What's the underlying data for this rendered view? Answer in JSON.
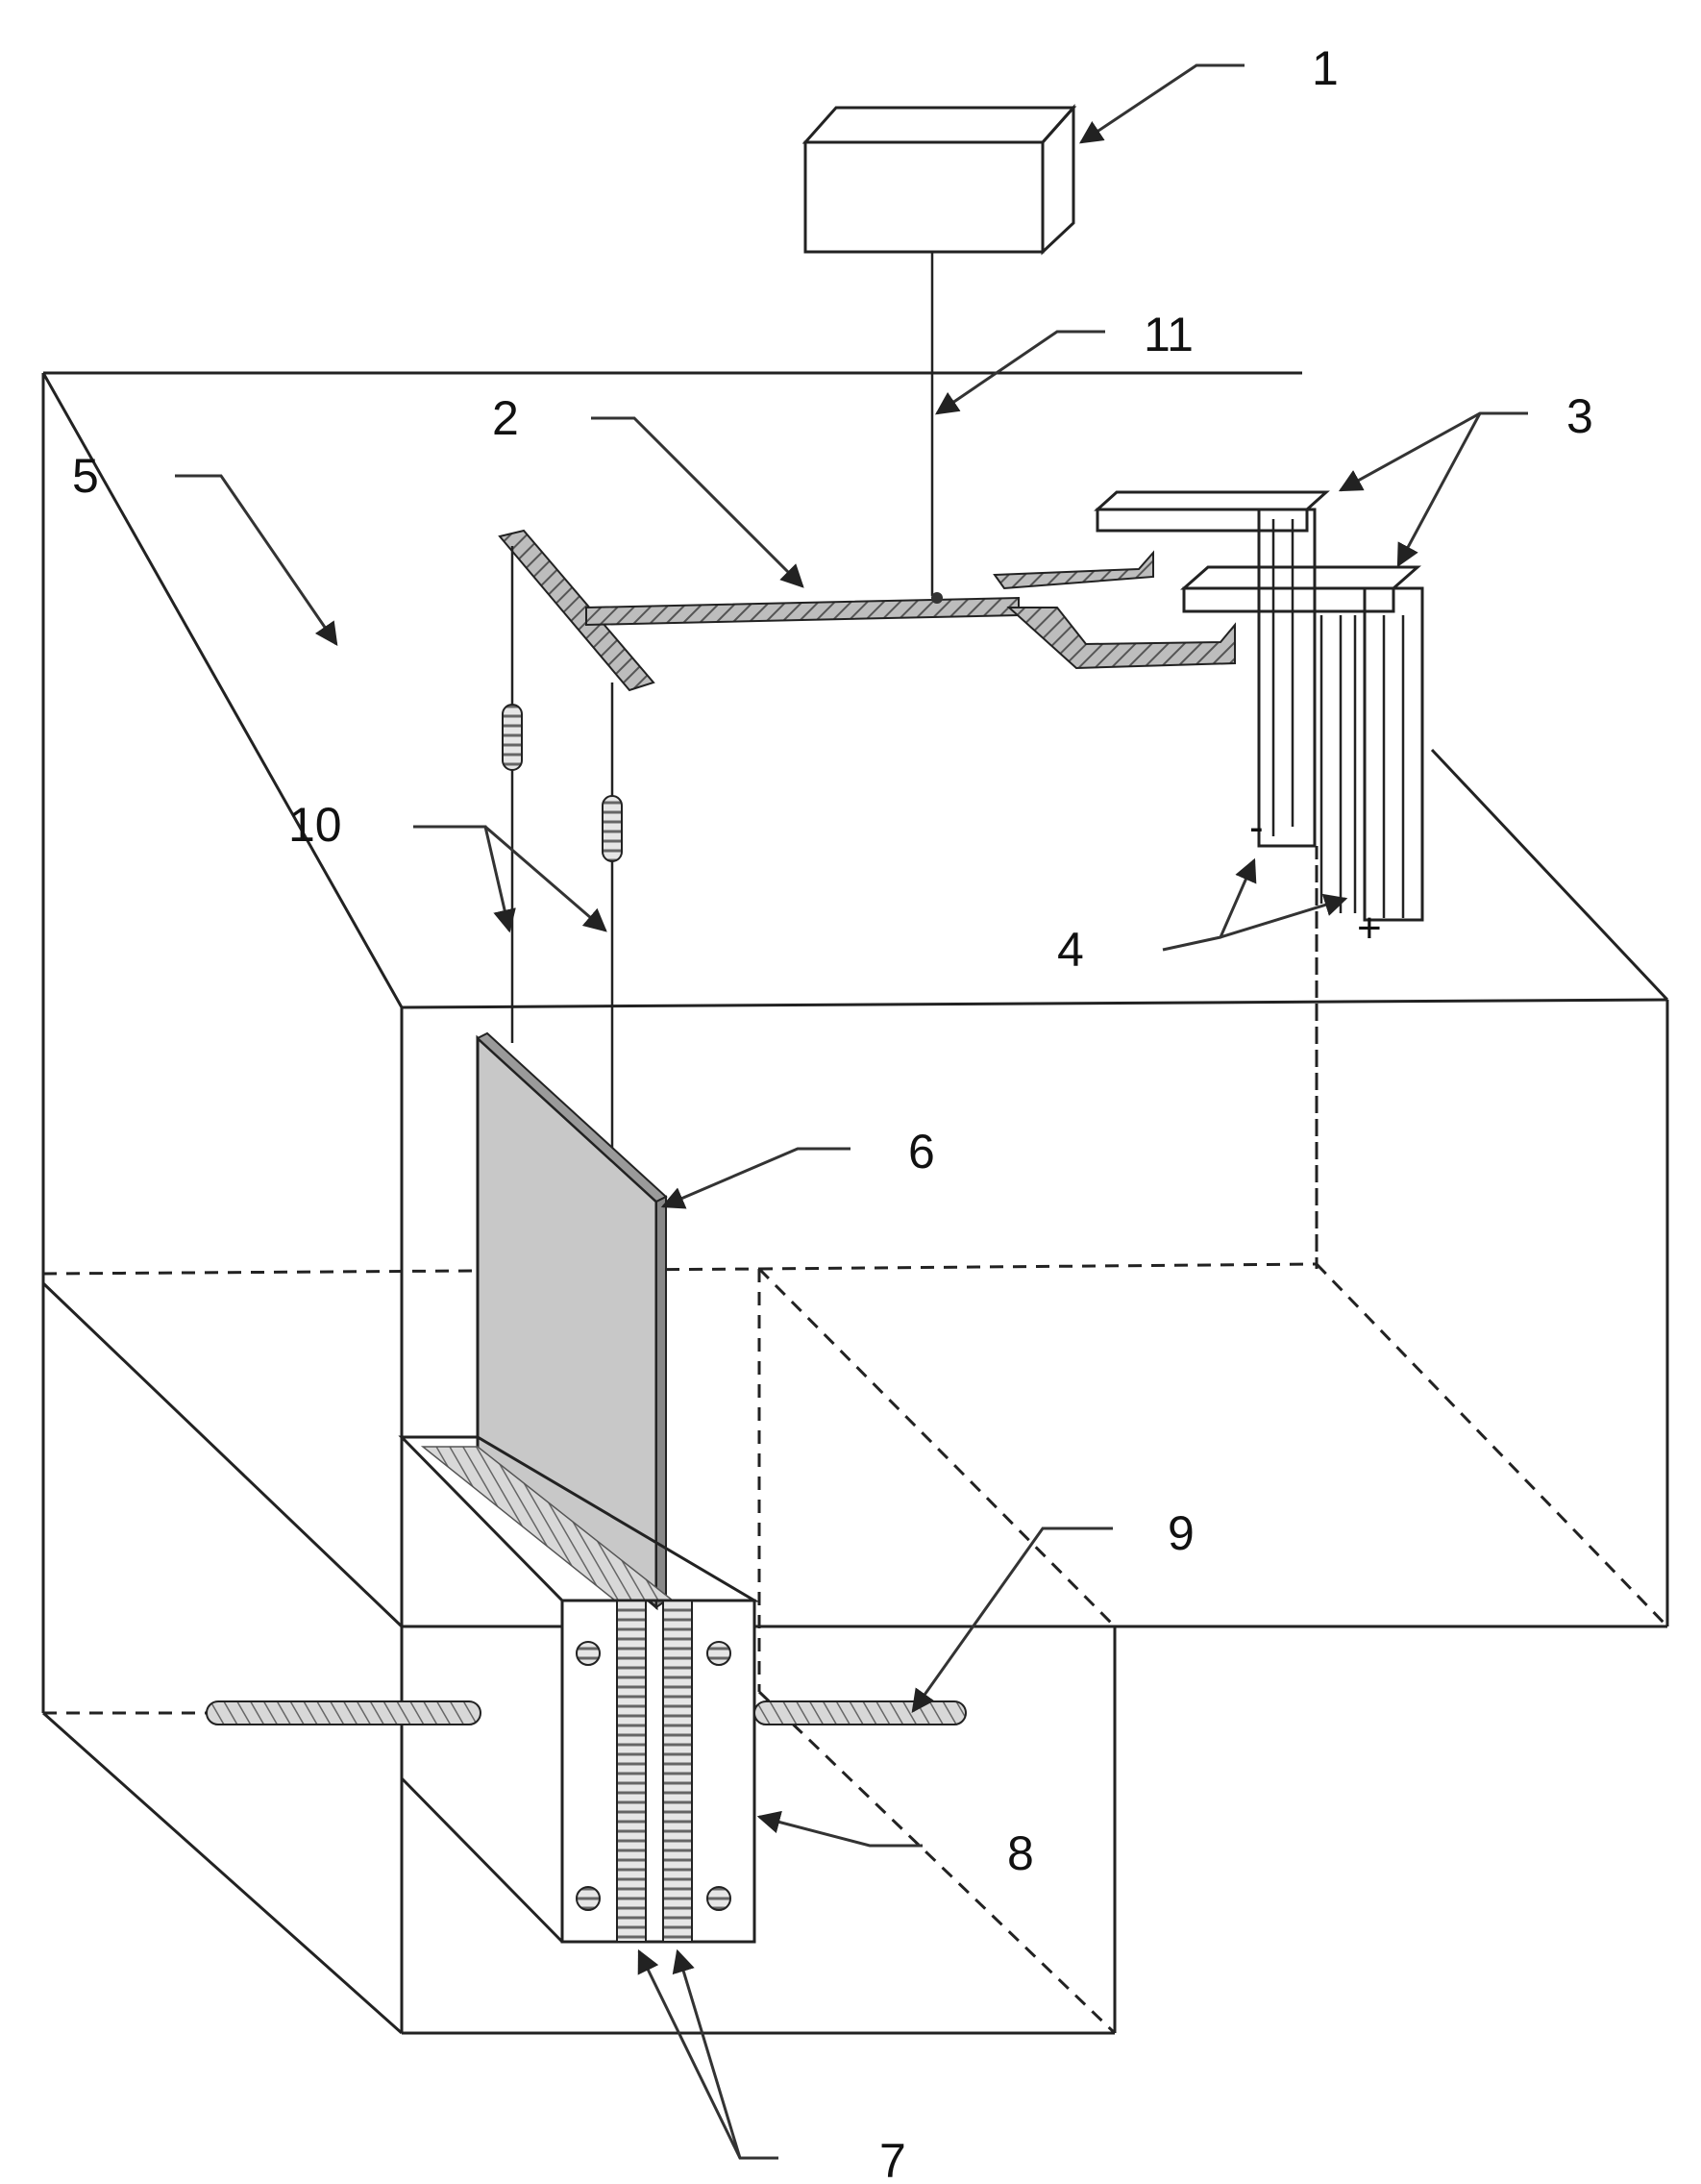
{
  "diagram": {
    "callouts": [
      {
        "id": "1",
        "text": "1"
      },
      {
        "id": "2",
        "text": "2"
      },
      {
        "id": "3",
        "text": "3"
      },
      {
        "id": "4",
        "text": "4"
      },
      {
        "id": "5",
        "text": "5"
      },
      {
        "id": "6",
        "text": "6"
      },
      {
        "id": "7",
        "text": "7"
      },
      {
        "id": "8",
        "text": "8"
      },
      {
        "id": "9",
        "text": "9"
      },
      {
        "id": "10",
        "text": "10"
      },
      {
        "id": "11",
        "text": "11"
      }
    ],
    "polarity": {
      "minus": "-",
      "plus": "+"
    },
    "colors": {
      "line": "#222222",
      "plate": "#bdbdbd",
      "bar": "#555555",
      "hatch": "#777777"
    }
  }
}
